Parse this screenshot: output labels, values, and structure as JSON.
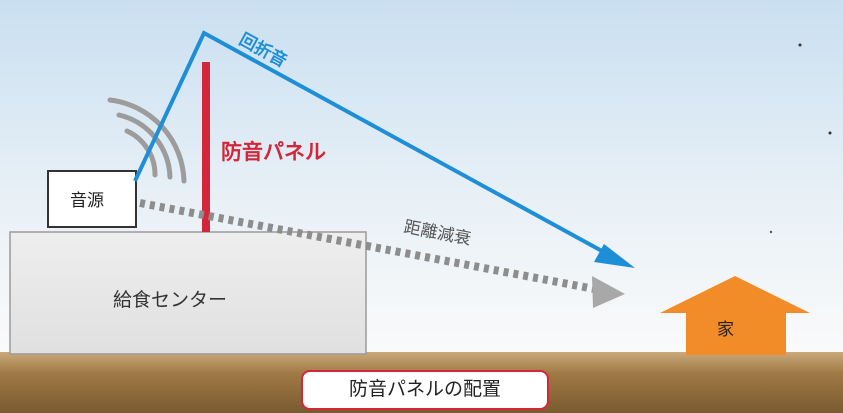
{
  "labels": {
    "sound_source": "音源",
    "soundproof_panel": "防音パネル",
    "diffracted_sound": "回折音",
    "distance_attenuation": "距離減衰",
    "lunch_center": "給食センター",
    "house": "家"
  },
  "caption": "防音パネルの配置",
  "colors": {
    "diffracted_path": "#1e8fd6",
    "panel": "#d3263a",
    "house": "#f28c28",
    "building": "#e6e6e6",
    "ground": "#a07a45",
    "caption_border": "#d72638"
  }
}
